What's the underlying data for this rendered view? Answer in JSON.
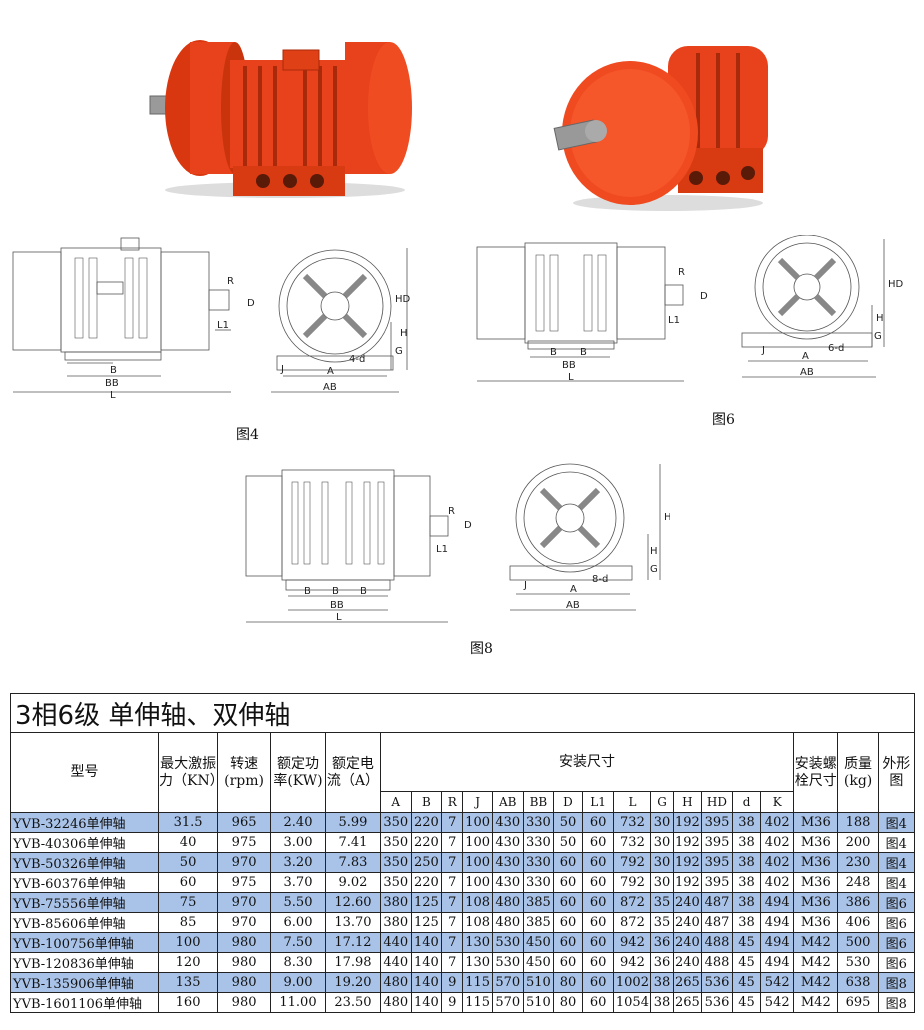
{
  "figures": {
    "fig4": "图4",
    "fig6": "图6",
    "fig8": "图8"
  },
  "dims": {
    "R": "R",
    "D": "D",
    "L1": "L1",
    "B": "B",
    "BB": "BB",
    "L": "L",
    "HD": "HD",
    "H": "H",
    "G": "G",
    "J": "J",
    "A": "A",
    "AB": "AB",
    "d4": "4-d",
    "d6": "6-d",
    "d8": "8-d"
  },
  "colors": {
    "motor": "#e8421c",
    "motor_dark": "#b52c0d",
    "row_highlight": "#a8c2e8"
  },
  "table": {
    "title": "3相6级  单伸轴、双伸轴",
    "headers": {
      "model": "型号",
      "force": "最大激振力（KN）",
      "speed": "转速(rpm)",
      "power": "额定功率(KW)",
      "current": "额定电流（A）",
      "install": "安装尺寸",
      "bolt": "安装螺栓尺寸",
      "mass": "质量(kg)",
      "shape": "外形图"
    },
    "subheaders": [
      "A",
      "B",
      "R",
      "J",
      "AB",
      "BB",
      "D",
      "L1",
      "L",
      "G",
      "H",
      "HD",
      "d",
      "K"
    ],
    "rows": [
      {
        "highlight": true,
        "cells": [
          "YVB-32246单伸轴",
          "31.5",
          "965",
          "2.40",
          "5.99",
          "350",
          "220",
          "7",
          "100",
          "430",
          "330",
          "50",
          "60",
          "732",
          "30",
          "192",
          "395",
          "38",
          "402",
          "M36",
          "188",
          "图4"
        ]
      },
      {
        "highlight": false,
        "cells": [
          "YVB-40306单伸轴",
          "40",
          "975",
          "3.00",
          "7.41",
          "350",
          "220",
          "7",
          "100",
          "430",
          "330",
          "50",
          "60",
          "732",
          "30",
          "192",
          "395",
          "38",
          "402",
          "M36",
          "200",
          "图4"
        ]
      },
      {
        "highlight": true,
        "cells": [
          "YVB-50326单伸轴",
          "50",
          "970",
          "3.20",
          "7.83",
          "350",
          "250",
          "7",
          "100",
          "430",
          "330",
          "60",
          "60",
          "792",
          "30",
          "192",
          "395",
          "38",
          "402",
          "M36",
          "230",
          "图4"
        ]
      },
      {
        "highlight": false,
        "cells": [
          "YVB-60376单伸轴",
          "60",
          "975",
          "3.70",
          "9.02",
          "350",
          "220",
          "7",
          "100",
          "430",
          "330",
          "60",
          "60",
          "792",
          "30",
          "192",
          "395",
          "38",
          "402",
          "M36",
          "248",
          "图4"
        ]
      },
      {
        "highlight": true,
        "cells": [
          "YVB-75556单伸轴",
          "75",
          "970",
          "5.50",
          "12.60",
          "380",
          "125",
          "7",
          "108",
          "480",
          "385",
          "60",
          "60",
          "872",
          "35",
          "240",
          "487",
          "38",
          "494",
          "M36",
          "386",
          "图6"
        ]
      },
      {
        "highlight": false,
        "cells": [
          "YVB-85606单伸轴",
          "85",
          "970",
          "6.00",
          "13.70",
          "380",
          "125",
          "7",
          "108",
          "480",
          "385",
          "60",
          "60",
          "872",
          "35",
          "240",
          "487",
          "38",
          "494",
          "M36",
          "406",
          "图6"
        ]
      },
      {
        "highlight": true,
        "cells": [
          "YVB-100756单伸轴",
          "100",
          "980",
          "7.50",
          "17.12",
          "440",
          "140",
          "7",
          "130",
          "530",
          "450",
          "60",
          "60",
          "942",
          "36",
          "240",
          "488",
          "45",
          "494",
          "M42",
          "500",
          "图6"
        ]
      },
      {
        "highlight": false,
        "cells": [
          "YVB-120836单伸轴",
          "120",
          "980",
          "8.30",
          "17.98",
          "440",
          "140",
          "7",
          "130",
          "530",
          "450",
          "60",
          "60",
          "942",
          "36",
          "240",
          "488",
          "45",
          "494",
          "M42",
          "530",
          "图6"
        ]
      },
      {
        "highlight": true,
        "cells": [
          "YVB-135906单伸轴",
          "135",
          "980",
          "9.00",
          "19.20",
          "480",
          "140",
          "9",
          "115",
          "570",
          "510",
          "80",
          "60",
          "1002",
          "38",
          "265",
          "536",
          "45",
          "542",
          "M42",
          "638",
          "图8"
        ]
      },
      {
        "highlight": false,
        "cells": [
          "YVB-1601106单伸轴",
          "160",
          "980",
          "11.00",
          "23.50",
          "480",
          "140",
          "9",
          "115",
          "570",
          "510",
          "80",
          "60",
          "1054",
          "38",
          "265",
          "536",
          "45",
          "542",
          "M42",
          "695",
          "图8"
        ]
      }
    ]
  }
}
